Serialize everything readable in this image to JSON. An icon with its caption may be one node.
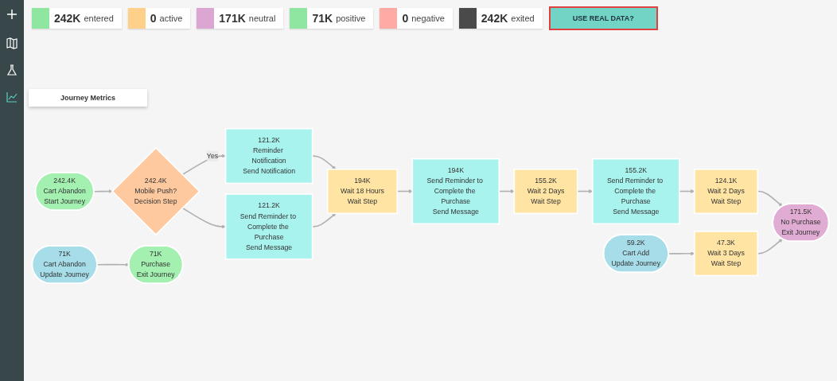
{
  "diagram": {
    "nodes": [
      {
        "text": [
          "242.4K",
          "Cart Abandon",
          "Start Journey"
        ]
      },
      {
        "text": [
          "242.4K",
          "Mobile Push?",
          "Decision Step"
        ]
      },
      {
        "text": [
          "121.2K",
          "Reminder Notification",
          "Send Notification"
        ]
      },
      {
        "text": [
          "121.2K",
          "Send Reminder to Complete the Purchase",
          "Send Message"
        ]
      },
      {
        "text": [
          "194K",
          "Wait 18 Hours",
          "Wait Step"
        ]
      },
      {
        "text": [
          "194K",
          "Send Reminder to Complete the Purchase",
          "Send Message"
        ]
      },
      {
        "text": [
          "155.2K",
          "Wait 2 Days",
          "Wait Step"
        ]
      },
      {
        "text": [
          "155.2K",
          "Send Reminder to Complete the Purchase",
          "Send Message"
        ]
      },
      {
        "text": [
          "124.1K",
          "Wait 2 Days",
          "Wait Step"
        ]
      },
      {
        "text": [
          "171.5K",
          "No Purchase",
          "Exit Journey"
        ]
      },
      {
        "text": [
          "59.2K",
          "Cart Add",
          "Update Journey"
        ]
      },
      {
        "text": [
          "47.3K",
          "Wait 3 Days",
          "Wait Step"
        ]
      },
      {
        "text": [
          "71K",
          "Cart Abandon",
          "Update Journey"
        ]
      },
      {
        "text": [
          "71K",
          "Purchase",
          "Exit Journey"
        ]
      }
    ],
    "edges": [
      {
        "from": 0,
        "to": 1,
        "arrow": "to"
      },
      {
        "from": 1,
        "to": 2,
        "arrow": "to",
        "label": "Yes"
      },
      {
        "from": 1,
        "to": 3,
        "arrow": "to"
      },
      {
        "from": 2,
        "to": 4,
        "arrow": "to"
      },
      {
        "from": 3,
        "to": 4,
        "arrow": "to"
      },
      {
        "from": 4,
        "to": 5,
        "arrow": "to"
      },
      {
        "from": 5,
        "to": 6,
        "arrow": "to"
      },
      {
        "from": 6,
        "to": 7,
        "arrow": "to"
      },
      {
        "from": 7,
        "to": 8,
        "arrow": "to"
      },
      {
        "from": 8,
        "to": 9,
        "arrow": "to"
      },
      {
        "from": 10,
        "to": 11,
        "arrow": "to"
      },
      {
        "from": 11,
        "to": 9,
        "arrow": "to"
      },
      {
        "from": 12,
        "to": 13,
        "arrow": "to"
      }
    ],
    "labels": [
      "242K",
      "entered",
      "0",
      "active",
      "171K",
      "neutral",
      "71K",
      "positive",
      "0",
      "negative",
      "242K",
      "exited",
      "USE REAL DATA?",
      "Journey Metrics"
    ]
  }
}
